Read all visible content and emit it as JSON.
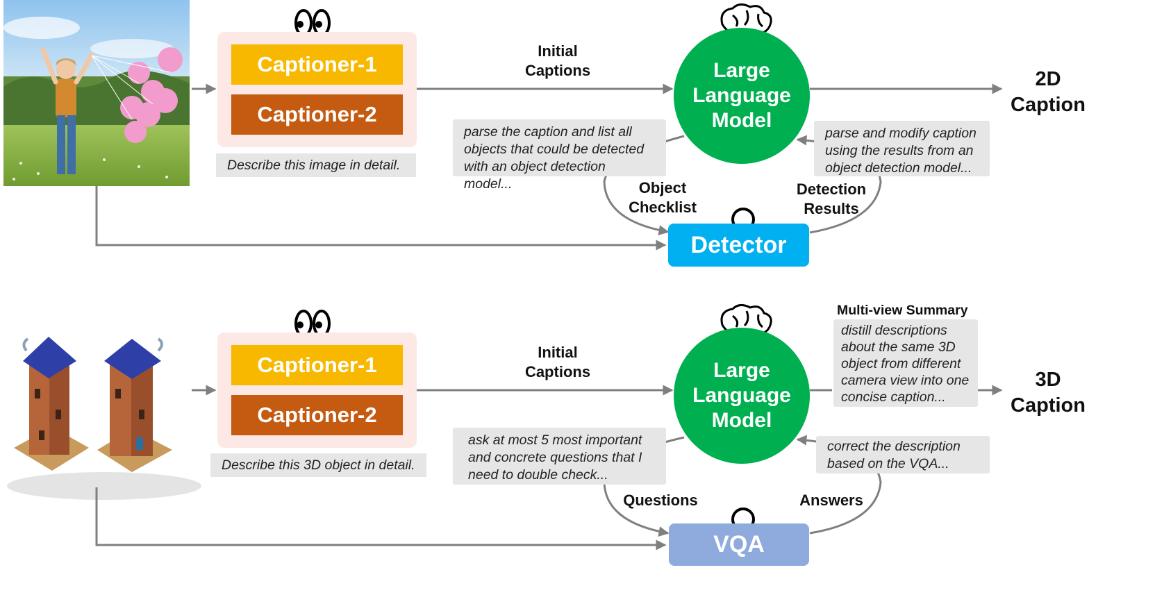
{
  "top": {
    "captioner1": "Captioner-1",
    "captioner2": "Captioner-2",
    "prompt": "Describe this image in detail.",
    "initial_captions": "Initial Captions",
    "llm": "Large Language Model",
    "output": "2D Caption",
    "note_left": "parse the caption and list all objects that could  be detected with an object detection model...",
    "note_right": "parse and modify caption using the results from an object detection model...",
    "label_left": "Object Checklist",
    "label_right": "Detection Results",
    "tool": "Detector"
  },
  "bottom": {
    "captioner1": "Captioner-1",
    "captioner2": "Captioner-2",
    "prompt": "Describe this 3D object in detail.",
    "initial_captions": "Initial Captions",
    "llm": "Large Language Model",
    "output": "3D Caption",
    "summary_title": "Multi-view Summary",
    "summary_note": "distill descriptions about the same 3D object from different camera view into one concise caption...",
    "note_left": "ask at most 5 most important and concrete questions that I need to double check...",
    "note_right": "correct the description based on the VQA...",
    "label_left": "Questions",
    "label_right": "Answers",
    "tool": "VQA"
  },
  "colors": {
    "captioner1": "#f8b800",
    "captioner2": "#c55a11",
    "llm": "#00b050",
    "detector": "#00b0f0",
    "vqa": "#8faadc",
    "arrow": "#7f7f7f"
  },
  "icons": [
    "eyes-icon",
    "brain-icon",
    "magnifier-icon",
    "photo-girl-balloons",
    "render-3d-tower"
  ]
}
